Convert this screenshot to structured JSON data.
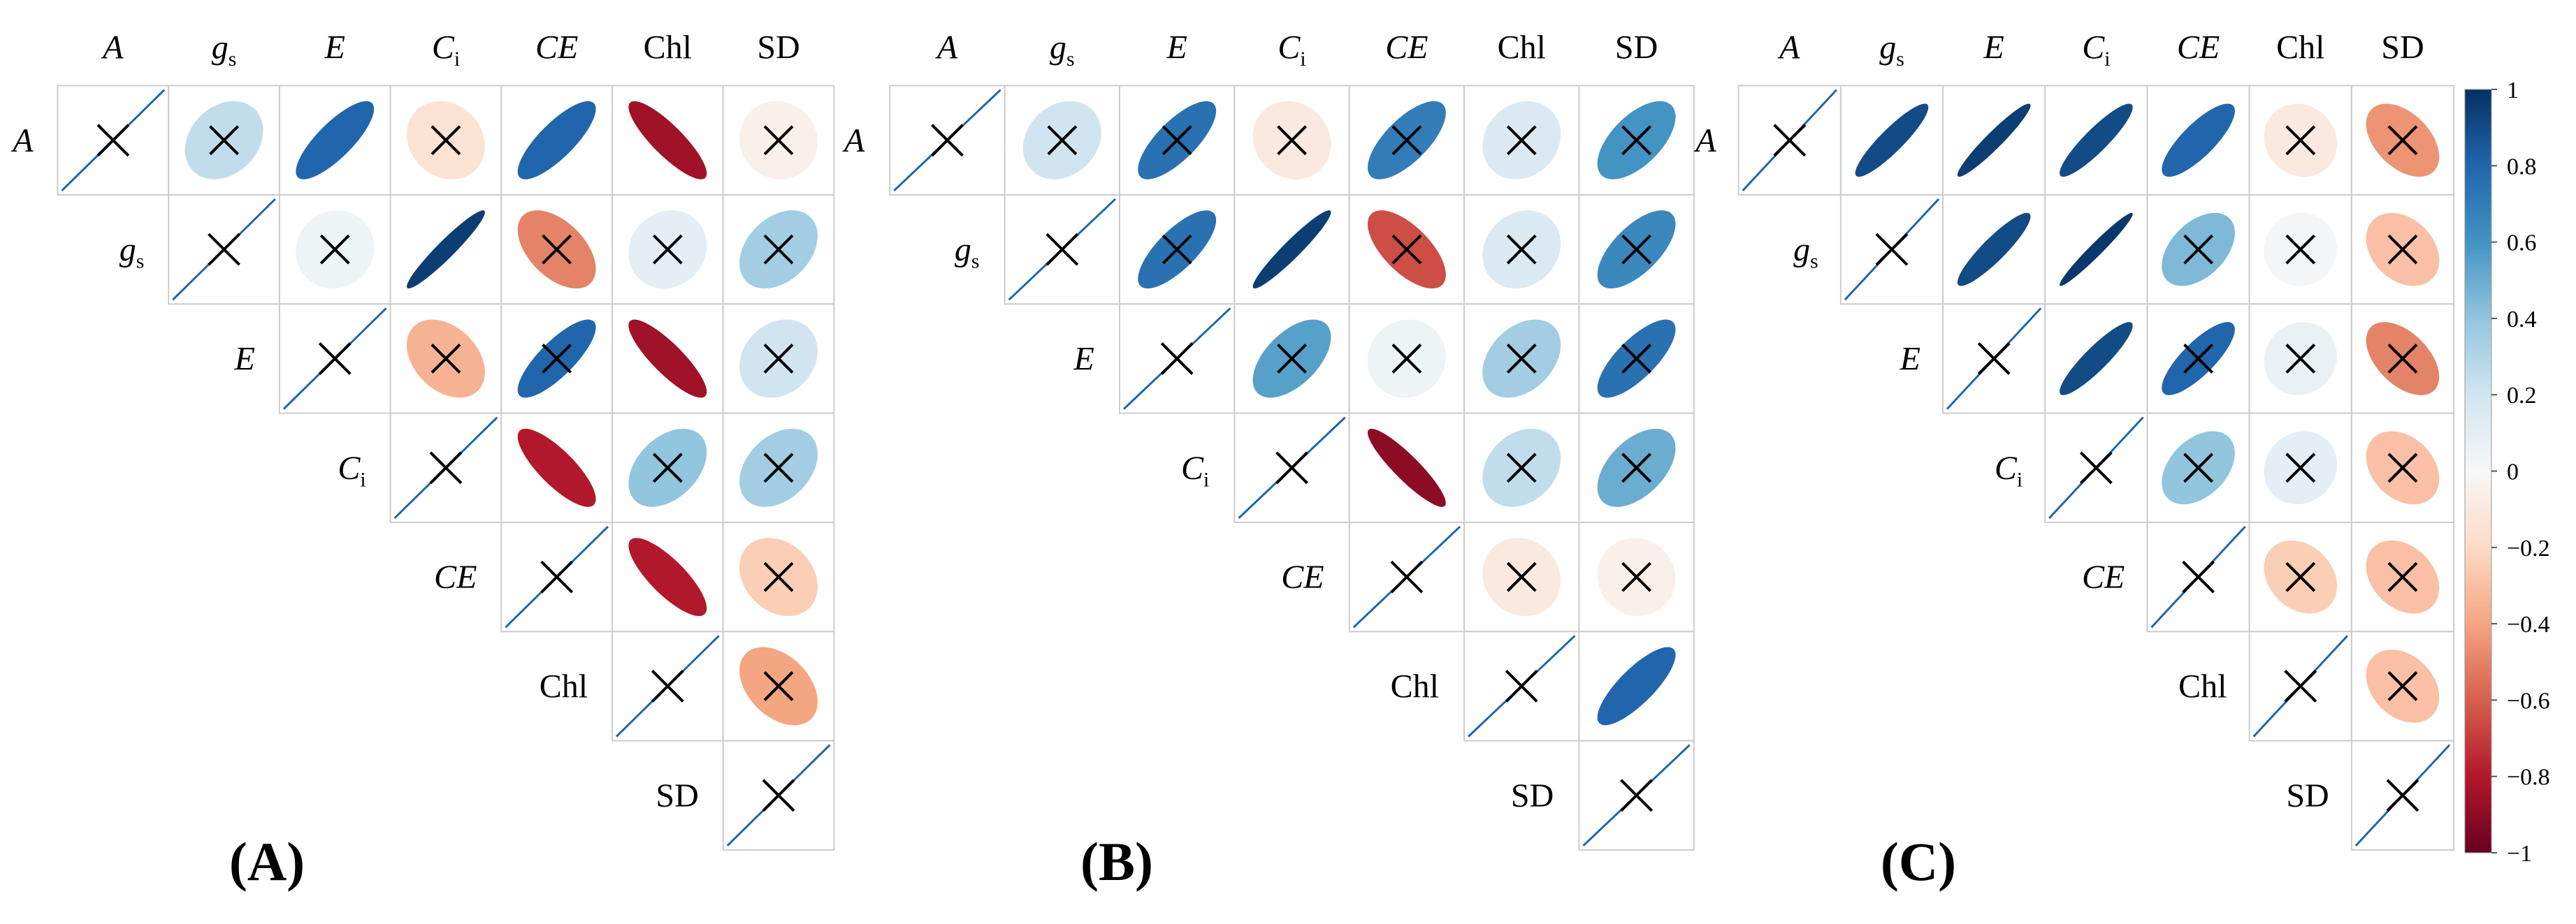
{
  "chart_data": [
    {
      "type": "heatmap",
      "panel_label": "(A)",
      "variables": [
        {
          "main": "A",
          "sub": "",
          "italic": true
        },
        {
          "main": "g",
          "sub": "s",
          "italic": true
        },
        {
          "main": "E",
          "sub": "",
          "italic": true
        },
        {
          "main": "C",
          "sub": "i",
          "italic": true
        },
        {
          "main": "CE",
          "sub": "",
          "italic": true
        },
        {
          "main": "Chl",
          "sub": "",
          "italic": false
        },
        {
          "main": "SD",
          "sub": "",
          "italic": false
        }
      ],
      "cells": [
        {
          "row": 0,
          "col": 1,
          "r": 0.25,
          "crossed": true
        },
        {
          "row": 0,
          "col": 2,
          "r": 0.8,
          "crossed": false
        },
        {
          "row": 0,
          "col": 3,
          "r": -0.15,
          "crossed": true
        },
        {
          "row": 0,
          "col": 4,
          "r": 0.8,
          "crossed": false
        },
        {
          "row": 0,
          "col": 5,
          "r": -0.85,
          "crossed": false
        },
        {
          "row": 0,
          "col": 6,
          "r": -0.05,
          "crossed": true
        },
        {
          "row": 1,
          "col": 2,
          "r": 0.05,
          "crossed": true
        },
        {
          "row": 1,
          "col": 3,
          "r": 0.95,
          "crossed": false
        },
        {
          "row": 1,
          "col": 4,
          "r": -0.5,
          "crossed": true
        },
        {
          "row": 1,
          "col": 5,
          "r": 0.1,
          "crossed": true
        },
        {
          "row": 1,
          "col": 6,
          "r": 0.35,
          "crossed": true
        },
        {
          "row": 2,
          "col": 3,
          "r": -0.35,
          "crossed": true
        },
        {
          "row": 2,
          "col": 4,
          "r": 0.8,
          "crossed": true
        },
        {
          "row": 2,
          "col": 5,
          "r": -0.85,
          "crossed": false
        },
        {
          "row": 2,
          "col": 6,
          "r": 0.2,
          "crossed": true
        },
        {
          "row": 3,
          "col": 4,
          "r": -0.8,
          "crossed": false
        },
        {
          "row": 3,
          "col": 5,
          "r": 0.4,
          "crossed": true
        },
        {
          "row": 3,
          "col": 6,
          "r": 0.35,
          "crossed": true
        },
        {
          "row": 4,
          "col": 5,
          "r": -0.8,
          "crossed": false
        },
        {
          "row": 4,
          "col": 6,
          "r": -0.25,
          "crossed": true
        },
        {
          "row": 5,
          "col": 6,
          "r": -0.4,
          "crossed": true
        }
      ]
    },
    {
      "type": "heatmap",
      "panel_label": "(B)",
      "variables": [
        {
          "main": "A",
          "sub": "",
          "italic": true
        },
        {
          "main": "g",
          "sub": "s",
          "italic": true
        },
        {
          "main": "E",
          "sub": "",
          "italic": true
        },
        {
          "main": "C",
          "sub": "i",
          "italic": true
        },
        {
          "main": "CE",
          "sub": "",
          "italic": true
        },
        {
          "main": "Chl",
          "sub": "",
          "italic": false
        },
        {
          "main": "SD",
          "sub": "",
          "italic": false
        }
      ],
      "cells": [
        {
          "row": 0,
          "col": 1,
          "r": 0.2,
          "crossed": true
        },
        {
          "row": 0,
          "col": 2,
          "r": 0.75,
          "crossed": true
        },
        {
          "row": 0,
          "col": 3,
          "r": -0.1,
          "crossed": true
        },
        {
          "row": 0,
          "col": 4,
          "r": 0.7,
          "crossed": true
        },
        {
          "row": 0,
          "col": 5,
          "r": 0.15,
          "crossed": true
        },
        {
          "row": 0,
          "col": 6,
          "r": 0.6,
          "crossed": true
        },
        {
          "row": 1,
          "col": 2,
          "r": 0.75,
          "crossed": true
        },
        {
          "row": 1,
          "col": 3,
          "r": 0.95,
          "crossed": false
        },
        {
          "row": 1,
          "col": 4,
          "r": -0.65,
          "crossed": true
        },
        {
          "row": 1,
          "col": 5,
          "r": 0.15,
          "crossed": true
        },
        {
          "row": 1,
          "col": 6,
          "r": 0.65,
          "crossed": true
        },
        {
          "row": 2,
          "col": 3,
          "r": 0.55,
          "crossed": true
        },
        {
          "row": 2,
          "col": 4,
          "r": 0.05,
          "crossed": true
        },
        {
          "row": 2,
          "col": 5,
          "r": 0.35,
          "crossed": true
        },
        {
          "row": 2,
          "col": 6,
          "r": 0.75,
          "crossed": true
        },
        {
          "row": 3,
          "col": 4,
          "r": -0.9,
          "crossed": false
        },
        {
          "row": 3,
          "col": 5,
          "r": 0.25,
          "crossed": true
        },
        {
          "row": 3,
          "col": 6,
          "r": 0.5,
          "crossed": true
        },
        {
          "row": 4,
          "col": 5,
          "r": -0.1,
          "crossed": true
        },
        {
          "row": 4,
          "col": 6,
          "r": -0.05,
          "crossed": true
        },
        {
          "row": 5,
          "col": 6,
          "r": 0.8,
          "crossed": false
        }
      ]
    },
    {
      "type": "heatmap",
      "panel_label": "(C)",
      "variables": [
        {
          "main": "A",
          "sub": "",
          "italic": true
        },
        {
          "main": "g",
          "sub": "s",
          "italic": true
        },
        {
          "main": "E",
          "sub": "",
          "italic": true
        },
        {
          "main": "C",
          "sub": "i",
          "italic": true
        },
        {
          "main": "CE",
          "sub": "",
          "italic": true
        },
        {
          "main": "Chl",
          "sub": "",
          "italic": false
        },
        {
          "main": "SD",
          "sub": "",
          "italic": false
        }
      ],
      "cells": [
        {
          "row": 0,
          "col": 1,
          "r": 0.9,
          "crossed": false
        },
        {
          "row": 0,
          "col": 2,
          "r": 0.95,
          "crossed": false
        },
        {
          "row": 0,
          "col": 3,
          "r": 0.9,
          "crossed": false
        },
        {
          "row": 0,
          "col": 4,
          "r": 0.8,
          "crossed": false
        },
        {
          "row": 0,
          "col": 5,
          "r": -0.1,
          "crossed": true
        },
        {
          "row": 0,
          "col": 6,
          "r": -0.45,
          "crossed": true
        },
        {
          "row": 1,
          "col": 2,
          "r": 0.9,
          "crossed": false
        },
        {
          "row": 1,
          "col": 3,
          "r": 0.97,
          "crossed": false
        },
        {
          "row": 1,
          "col": 4,
          "r": 0.45,
          "crossed": true
        },
        {
          "row": 1,
          "col": 5,
          "r": 0.02,
          "crossed": true
        },
        {
          "row": 1,
          "col": 6,
          "r": -0.3,
          "crossed": true
        },
        {
          "row": 2,
          "col": 3,
          "r": 0.9,
          "crossed": false
        },
        {
          "row": 2,
          "col": 4,
          "r": 0.8,
          "crossed": true
        },
        {
          "row": 2,
          "col": 5,
          "r": 0.07,
          "crossed": true
        },
        {
          "row": 2,
          "col": 6,
          "r": -0.5,
          "crossed": true
        },
        {
          "row": 3,
          "col": 4,
          "r": 0.4,
          "crossed": true
        },
        {
          "row": 3,
          "col": 5,
          "r": 0.1,
          "crossed": true
        },
        {
          "row": 3,
          "col": 6,
          "r": -0.3,
          "crossed": true
        },
        {
          "row": 4,
          "col": 5,
          "r": -0.25,
          "crossed": true
        },
        {
          "row": 4,
          "col": 6,
          "r": -0.3,
          "crossed": true
        },
        {
          "row": 5,
          "col": 6,
          "r": -0.3,
          "crossed": true
        }
      ]
    }
  ],
  "colorbar": {
    "ticks": [
      "1",
      "0.8",
      "0.6",
      "0.4",
      "0.2",
      "0",
      "−0.2",
      "−0.4",
      "−0.6",
      "−0.8",
      "−1"
    ],
    "range": [
      -1,
      1
    ]
  },
  "colors": {
    "grid": "#cccccc",
    "diagonal_line": "#2166ac",
    "cross": "#000000"
  }
}
